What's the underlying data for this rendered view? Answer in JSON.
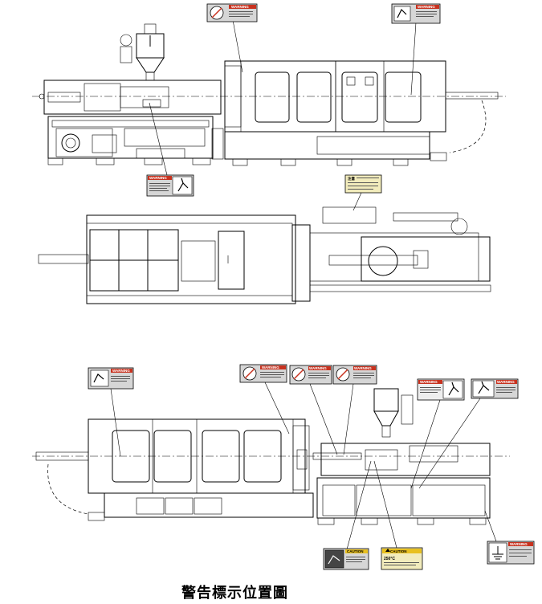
{
  "caption": "警告標示位置圖",
  "warning_labels": {
    "warning_text": "WARNING",
    "caution_text": "CAUTION",
    "notice_text": "注意",
    "hot_surface_text": "250°C"
  },
  "icons": {
    "pinch": "hand-pinch-icon",
    "no_hand": "no-hand-reach-icon",
    "fall": "person-falling-icon",
    "ground": "ground-symbol-icon",
    "hot": "hot-surface-icon"
  }
}
